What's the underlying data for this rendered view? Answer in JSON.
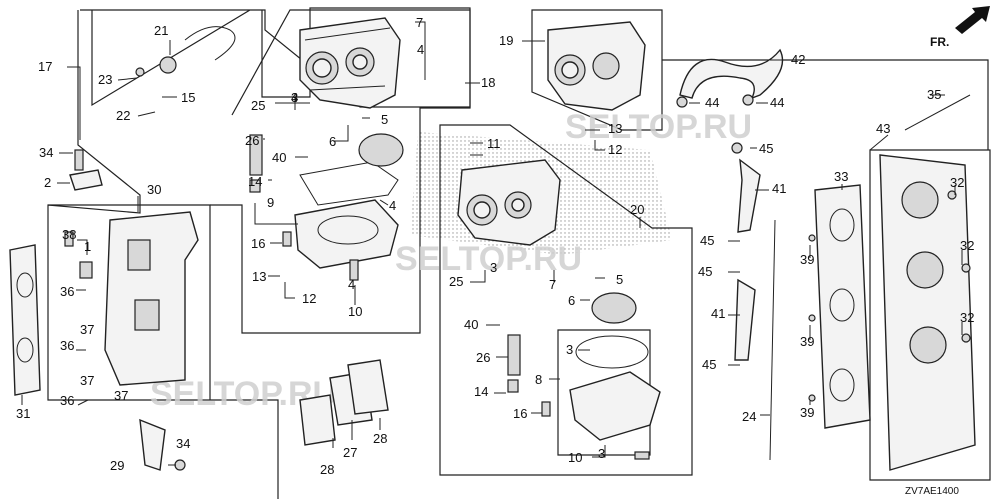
{
  "diagram": {
    "watermark": "SELTOP.RU",
    "drawing_code": "ZV7AE1400",
    "direction_label": "FR.",
    "callouts": [
      {
        "id": "c1",
        "label": "1"
      },
      {
        "id": "c2",
        "label": "2"
      },
      {
        "id": "c3a",
        "label": "3"
      },
      {
        "id": "c3b",
        "label": "3"
      },
      {
        "id": "c3c",
        "label": "3"
      },
      {
        "id": "c3d",
        "label": "3"
      },
      {
        "id": "c4a",
        "label": "4"
      },
      {
        "id": "c4b",
        "label": "4"
      },
      {
        "id": "c4c",
        "label": "4"
      },
      {
        "id": "c4d",
        "label": "4"
      },
      {
        "id": "c5a",
        "label": "5"
      },
      {
        "id": "c5b",
        "label": "5"
      },
      {
        "id": "c6a",
        "label": "6"
      },
      {
        "id": "c6b",
        "label": "6"
      },
      {
        "id": "c7a",
        "label": "7"
      },
      {
        "id": "c7b",
        "label": "7"
      },
      {
        "id": "c8",
        "label": "8"
      },
      {
        "id": "c9",
        "label": "9"
      },
      {
        "id": "c10a",
        "label": "10"
      },
      {
        "id": "c10b",
        "label": "10"
      },
      {
        "id": "c11",
        "label": "11"
      },
      {
        "id": "c12a",
        "label": "12"
      },
      {
        "id": "c12b",
        "label": "12"
      },
      {
        "id": "c13a",
        "label": "13"
      },
      {
        "id": "c13b",
        "label": "13"
      },
      {
        "id": "c14a",
        "label": "14"
      },
      {
        "id": "c14b",
        "label": "14"
      },
      {
        "id": "c15",
        "label": "15"
      },
      {
        "id": "c16a",
        "label": "16"
      },
      {
        "id": "c16b",
        "label": "16"
      },
      {
        "id": "c17",
        "label": "17"
      },
      {
        "id": "c18",
        "label": "18"
      },
      {
        "id": "c19",
        "label": "19"
      },
      {
        "id": "c20",
        "label": "20"
      },
      {
        "id": "c21",
        "label": "21"
      },
      {
        "id": "c22",
        "label": "22"
      },
      {
        "id": "c23",
        "label": "23"
      },
      {
        "id": "c24",
        "label": "24"
      },
      {
        "id": "c25a",
        "label": "25"
      },
      {
        "id": "c25b",
        "label": "25"
      },
      {
        "id": "c26a",
        "label": "26"
      },
      {
        "id": "c26b",
        "label": "26"
      },
      {
        "id": "c27",
        "label": "27"
      },
      {
        "id": "c28a",
        "label": "28"
      },
      {
        "id": "c28b",
        "label": "28"
      },
      {
        "id": "c29",
        "label": "29"
      },
      {
        "id": "c30",
        "label": "30"
      },
      {
        "id": "c31",
        "label": "31"
      },
      {
        "id": "c32a",
        "label": "32"
      },
      {
        "id": "c32b",
        "label": "32"
      },
      {
        "id": "c32c",
        "label": "32"
      },
      {
        "id": "c33",
        "label": "33"
      },
      {
        "id": "c34a",
        "label": "34"
      },
      {
        "id": "c34b",
        "label": "34"
      },
      {
        "id": "c35",
        "label": "35"
      },
      {
        "id": "c36a",
        "label": "36"
      },
      {
        "id": "c36b",
        "label": "36"
      },
      {
        "id": "c36c",
        "label": "36"
      },
      {
        "id": "c37a",
        "label": "37"
      },
      {
        "id": "c37b",
        "label": "37"
      },
      {
        "id": "c37c",
        "label": "37"
      },
      {
        "id": "c38",
        "label": "38"
      },
      {
        "id": "c39a",
        "label": "39"
      },
      {
        "id": "c39b",
        "label": "39"
      },
      {
        "id": "c39c",
        "label": "39"
      },
      {
        "id": "c40a",
        "label": "40"
      },
      {
        "id": "c40b",
        "label": "40"
      },
      {
        "id": "c41a",
        "label": "41"
      },
      {
        "id": "c41b",
        "label": "41"
      },
      {
        "id": "c42",
        "label": "42"
      },
      {
        "id": "c43",
        "label": "43"
      },
      {
        "id": "c44a",
        "label": "44"
      },
      {
        "id": "c44b",
        "label": "44"
      },
      {
        "id": "c45a",
        "label": "45"
      },
      {
        "id": "c45b",
        "label": "45"
      },
      {
        "id": "c45c",
        "label": "45"
      },
      {
        "id": "c45d",
        "label": "45"
      }
    ]
  }
}
